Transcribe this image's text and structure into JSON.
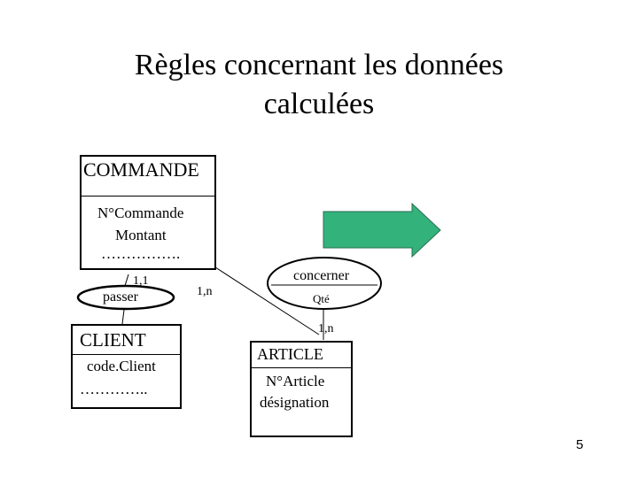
{
  "slide": {
    "title_line1": "Règles concernant les données",
    "title_line2": "calculées",
    "page_number": "5"
  },
  "entities": {
    "commande": {
      "name": "COMMANDE",
      "attributes": [
        "N°Commande",
        "Montant",
        "……………."
      ]
    },
    "client": {
      "name": "CLIENT",
      "attributes": [
        "code.Client",
        "………….."
      ]
    },
    "article": {
      "name": "ARTICLE",
      "attributes": [
        "N°Article",
        "désignation"
      ]
    }
  },
  "associations": {
    "passer": {
      "name": "passer"
    },
    "concerner": {
      "name": "concerner",
      "attribute": "Qté"
    }
  },
  "cardinalities": {
    "commande_passer": "1,1",
    "commande_concerner": "1,n",
    "article_concerner": "1,n"
  },
  "colors": {
    "arrow_fill": "#33b27c",
    "line": "#000000"
  }
}
